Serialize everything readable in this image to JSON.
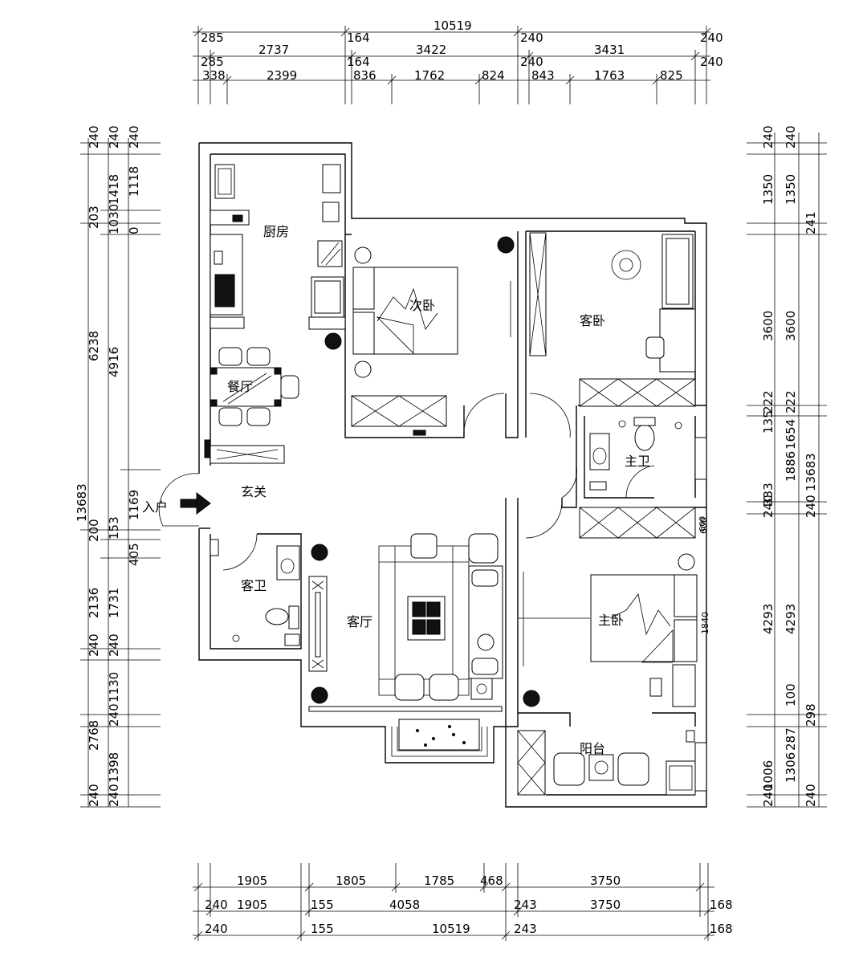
{
  "rooms": {
    "kitchen": "厨房",
    "second_bedroom": "次卧",
    "guest_bedroom": "客卧",
    "dining": "餐厅",
    "master_bath": "主卫",
    "foyer": "玄关",
    "entry": "入户",
    "guest_bath": "客卫",
    "living": "客厅",
    "master_bedroom": "主卧",
    "balcony": "阳台"
  },
  "dims_top": {
    "row1": [
      "10519",
      "285",
      "164",
      "240",
      "240"
    ],
    "row2": [
      "285",
      "2737",
      "164",
      "3422",
      "240",
      "3431",
      "240"
    ],
    "row3": [
      "338",
      "2399",
      "836",
      "1762",
      "824",
      "843",
      "1763",
      "825"
    ]
  },
  "dims_bottom": {
    "row1": [
      "1905",
      "1805",
      "1785",
      "468",
      "3750"
    ],
    "row2": [
      "240",
      "1905",
      "155",
      "4058",
      "243",
      "3750",
      "168"
    ],
    "row3": [
      "240",
      "155",
      "10519",
      "243",
      "168"
    ]
  },
  "dims_left": {
    "col1": [
      "240",
      "203",
      "6238",
      "13683",
      "200",
      "2136",
      "240",
      "2768",
      "240"
    ],
    "col2": [
      "240",
      "1418",
      "1030",
      "4916",
      "1169",
      "153",
      "405",
      "1731",
      "240",
      "1130",
      "240",
      "1398",
      "240"
    ],
    "col3": [
      "240",
      "1118",
      "0",
      "1169"
    ]
  },
  "dims_right": {
    "col1": [
      "240",
      "1350",
      "3600",
      "222",
      "135",
      "333",
      "240",
      "4293",
      "1006",
      "240"
    ],
    "col2": [
      "240",
      "1350",
      "241",
      "3600",
      "222",
      "1886",
      "1654",
      "240",
      "600",
      "4293",
      "100",
      "298",
      "287",
      "1306",
      "240"
    ],
    "col3": [
      "13683"
    ]
  },
  "misc": {
    "bed_width": "1840",
    "cabinet_depth": "600"
  }
}
